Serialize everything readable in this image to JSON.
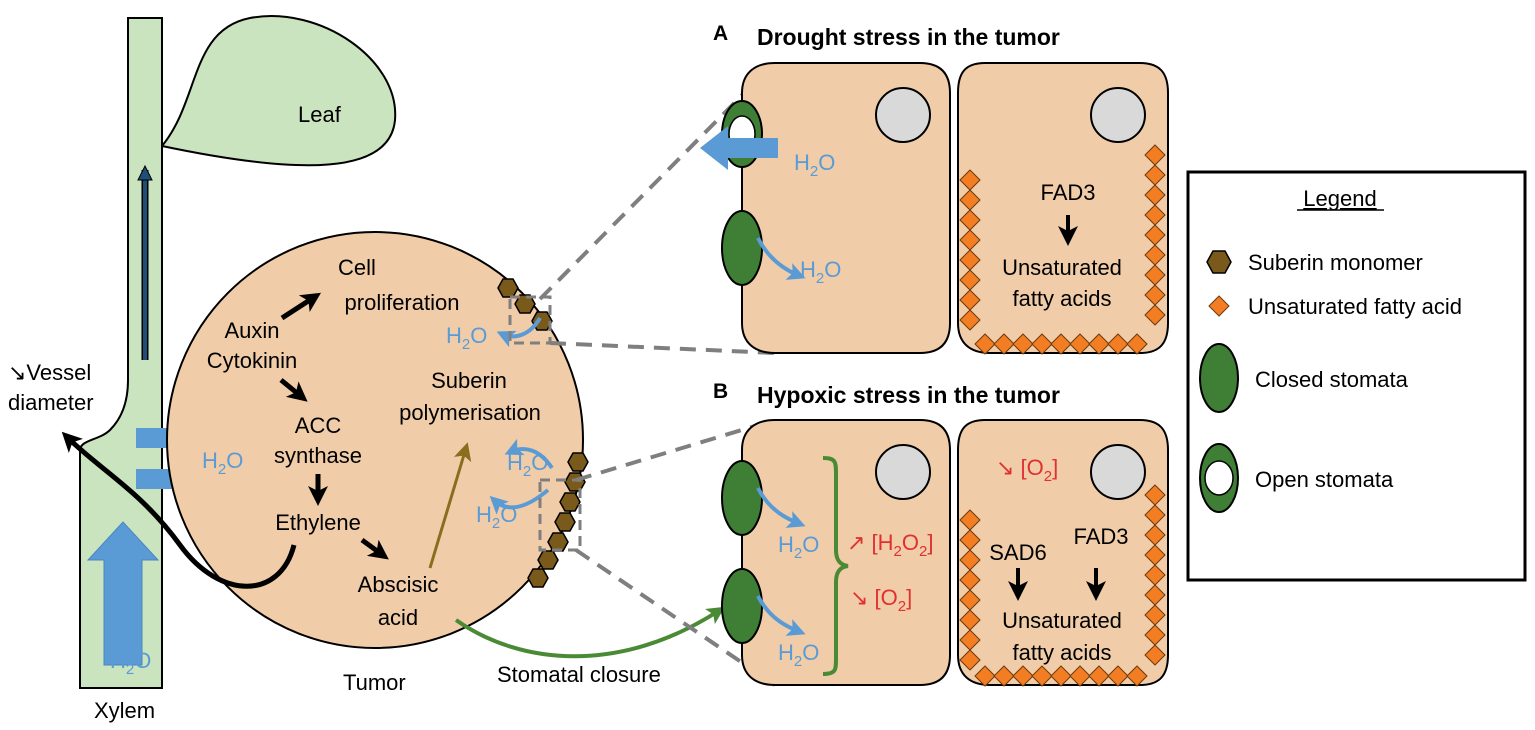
{
  "panel_a": {
    "letter": "A",
    "title": "Drought stress in the tumor",
    "water_main": "H",
    "water_main_sub": "2",
    "water_main_end": "O",
    "water_lower": "H",
    "water_lower_sub": "2",
    "water_lower_end": "O",
    "enzyme": "FAD3",
    "product_line1": "Unsaturated",
    "product_line2": "fatty acids"
  },
  "panel_b": {
    "letter": "B",
    "title": "Hypoxic stress in the tumor",
    "water_upper": "H",
    "water_upper_sub": "2",
    "water_upper_end": "O",
    "water_lower": "H",
    "water_lower_sub": "2",
    "water_lower_end": "O",
    "h2o2_prefix": "↗ [H",
    "h2o2_sub1": "2",
    "h2o2_mid": "O",
    "h2o2_sub2": "2",
    "h2o2_end": "]",
    "o2_left_prefix": "↘ [O",
    "o2_left_sub": "2",
    "o2_left_end": "]",
    "o2_right_prefix": "↘ [O",
    "o2_right_sub": "2",
    "o2_right_end": "]",
    "enzyme1": "SAD6",
    "enzyme2": "FAD3",
    "product_line1": "Unsaturated",
    "product_line2": "fatty acids"
  },
  "plant": {
    "leaf": "Leaf",
    "vessel_line1": "↘Vessel",
    "vessel_line2": "diameter",
    "xylem": "Xylem",
    "xylem_water": "H",
    "xylem_water_sub": "2",
    "xylem_water_end": "O",
    "inflow_water": "H",
    "inflow_water_sub": "2",
    "inflow_water_end": "O"
  },
  "tumor": {
    "label": "Tumor",
    "cell_line1": "Cell",
    "cell_line2": "proliferation",
    "auxin": "Auxin",
    "cytokinin": "Cytokinin",
    "acc_line1": "ACC",
    "acc_line2": "synthase",
    "ethylene": "Ethylene",
    "aba_line1": "Abscisic",
    "aba_line2": "acid",
    "suberin_line1": "Suberin",
    "suberin_line2": "polymerisation",
    "water_top": "H",
    "water_top_sub": "2",
    "water_top_end": "O",
    "water_mid": "H",
    "water_mid_sub": "2",
    "water_mid_end": "O",
    "water_low": "H",
    "water_low_sub": "2",
    "water_low_end": "O",
    "stomatal_closure": "Stomatal closure"
  },
  "legend": {
    "title": "Legend",
    "items": [
      {
        "label": "Suberin monomer",
        "icon": "hexagon-icon"
      },
      {
        "label": "Unsaturated fatty acid",
        "icon": "diamond-icon"
      },
      {
        "label": "Closed stomata",
        "icon": "closed-stomata-icon"
      },
      {
        "label": "Open stomata",
        "icon": "open-stomata-icon"
      }
    ]
  },
  "colors": {
    "plant_green": "#c9e4bf",
    "tissue": "#f0cda8",
    "stoma_green": "#3f7f35",
    "water_blue": "#5b9bd5",
    "fatty_orange": "#f37d22",
    "suberin_brown": "#7a5a1a",
    "suberin_text": "#8a6e1e",
    "signal_green": "#4b8a35",
    "hypoxia_red": "#e03030",
    "nucleus_gray": "#d9d9d9"
  }
}
